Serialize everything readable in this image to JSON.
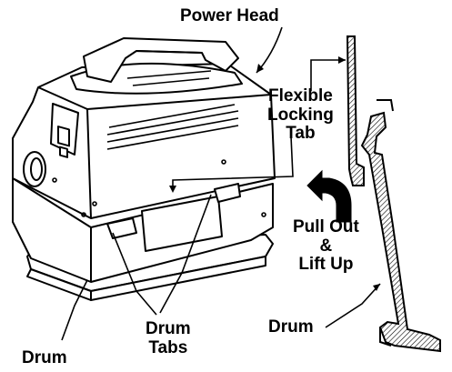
{
  "labels": {
    "power_head": "Power Head",
    "flexible_locking_tab": [
      "Flexible",
      "Locking",
      "Tab"
    ],
    "pull_out_lift_up": [
      "Pull Out",
      "&",
      "Lift Up"
    ],
    "drum_tabs": [
      "Drum",
      "Tabs"
    ],
    "drum_left": "Drum",
    "drum_right": "Drum"
  },
  "colors": {
    "ink": "#000000",
    "paper": "#ffffff",
    "shade": "#d9d9d9"
  },
  "icons": {
    "arrow": "curved-up-arrow-icon",
    "switch": "power-switch-icon",
    "port": "hose-port-icon"
  }
}
